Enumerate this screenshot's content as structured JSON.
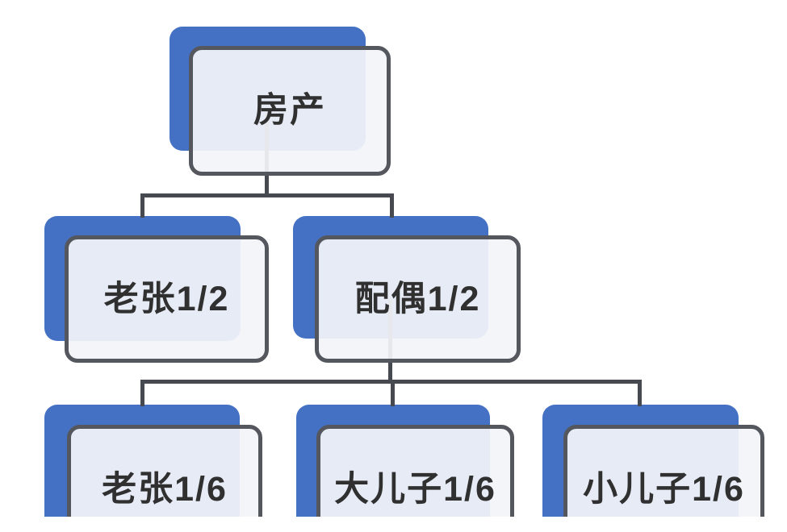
{
  "diagram": {
    "type": "org-chart-tree",
    "topic": "房产",
    "nodes": {
      "property": {
        "label": "房产"
      },
      "laozhang_half": {
        "label": "老张1/2"
      },
      "spouse_half": {
        "label": "配偶1/2"
      },
      "laozhang_sixth": {
        "label": "老张1/6"
      },
      "eldest_son_sixth": {
        "label": "大儿子1/6"
      },
      "youngest_son_sixth": {
        "label": "小儿子1/6"
      }
    },
    "edges": [
      {
        "from": "房产",
        "to": "老张1/2"
      },
      {
        "from": "房产",
        "to": "配偶1/2"
      },
      {
        "from": "配偶1/2",
        "to": "老张1/6"
      },
      {
        "from": "配偶1/2",
        "to": "大儿子1/6"
      },
      {
        "from": "配偶1/2",
        "to": "小儿子1/6"
      }
    ],
    "colors": {
      "shadow_blue": "#4571c4",
      "card_fill": "#f2f4f9",
      "card_border": "#54575d",
      "connector": "#46494f",
      "text": "#303030",
      "background": "#ffffff"
    }
  }
}
